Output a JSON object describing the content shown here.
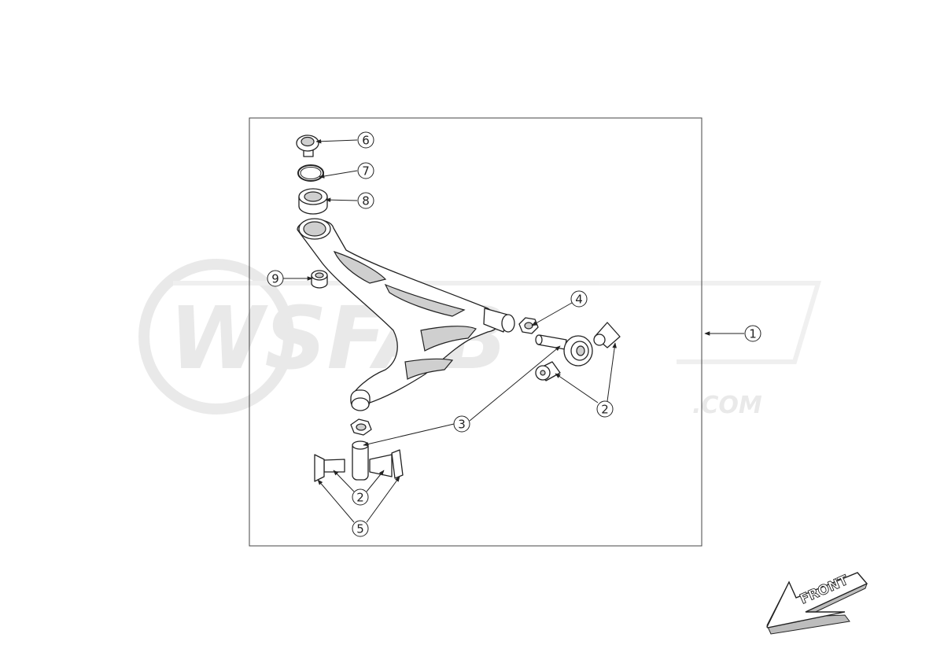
{
  "watermark": {
    "brand": "WSFAB",
    "suffix": ".COM",
    "color": "#d8d8d8"
  },
  "front_label": "FRONT",
  "callouts": [
    {
      "id": "callout-1",
      "label": "1"
    },
    {
      "id": "callout-2",
      "label": "2"
    },
    {
      "id": "callout-2b",
      "label": "2"
    },
    {
      "id": "callout-3",
      "label": "3"
    },
    {
      "id": "callout-4",
      "label": "4"
    },
    {
      "id": "callout-5",
      "label": "5"
    },
    {
      "id": "callout-6",
      "label": "6"
    },
    {
      "id": "callout-7",
      "label": "7"
    },
    {
      "id": "callout-8",
      "label": "8"
    },
    {
      "id": "callout-9",
      "label": "9"
    }
  ],
  "colors": {
    "line": "#222222",
    "background": "#ffffff",
    "watermark": "#d8d8d8"
  }
}
